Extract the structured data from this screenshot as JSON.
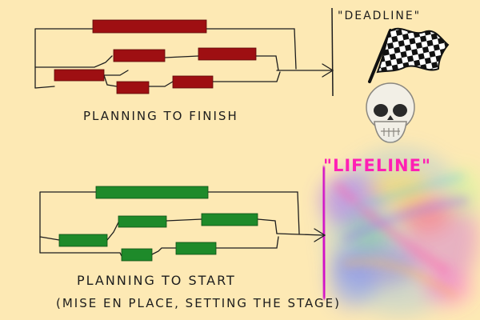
{
  "labels": {
    "deadline": "\"DEADLINE\"",
    "lifeline": "\"LIFELINE\"",
    "planning_finish": "PLANNING TO FINISH",
    "planning_start": "PLANNING TO START",
    "planning_start_sub": "(MISE EN PLACE, SETTING THE STAGE)"
  },
  "icons": {
    "flag": "checkered-flag-icon",
    "skull": "skull-icon"
  },
  "colors": {
    "background": "#fde9b4",
    "finish_tasks": "#9e0f12",
    "start_tasks": "#1e8a2a",
    "lifeline_text": "#ff1fb4",
    "lifeline_line": "#d000c8"
  }
}
